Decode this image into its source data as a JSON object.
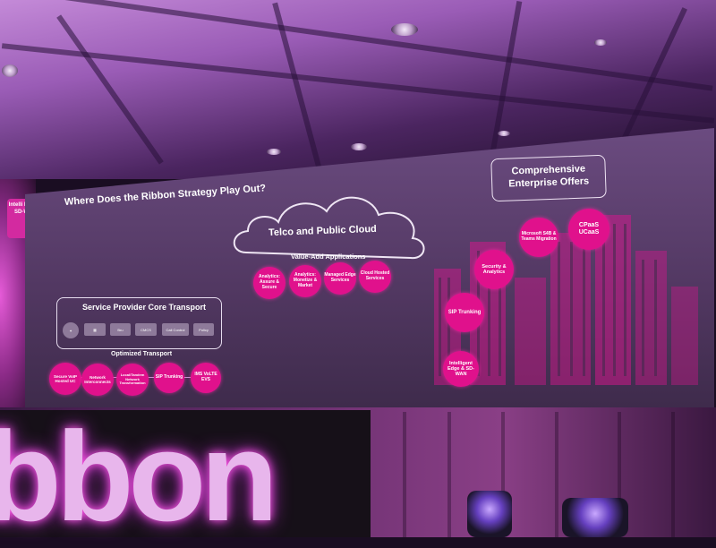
{
  "slide": {
    "title": "Where Does the Ribbon Strategy Play Out?",
    "cloud_title": "Telco and Public Cloud",
    "value_add_label": "Value-Add Applications",
    "cloud_apps": [
      "Analytics: Assure & Secure",
      "Analytics: Monetize & Market",
      "Managed Edge Services",
      "Cloud Hosted Services"
    ],
    "sp_core_title": "Service Provider Core Transport",
    "sp_core_icons": [
      "Bru",
      "CMCS",
      "Call Control",
      "Policy"
    ],
    "optimized_label": "Optimized Transport",
    "transport_items": [
      "Secure VoIP Hosted UC",
      "Network Interconnects",
      "Local/Tandem Network Transformation",
      "SIP Trunking",
      "IMS VoLTE EVS"
    ],
    "enterprise_title": "Comprehensive Enterprise Offers",
    "enterprise_items": [
      "Intelligent Edge & SD-WAN",
      "SIP Trunking",
      "Security & Analytics",
      "Microsoft S4B & Teams Migration",
      "CPaaS UCaaS"
    ]
  },
  "left_badge": "Intelli Edg SD-W",
  "stage_logo": "bbon",
  "colors": {
    "accent_pink": "#e0118c",
    "screen": "#5a3f6c",
    "logo_glow": "#ff5ae6"
  }
}
